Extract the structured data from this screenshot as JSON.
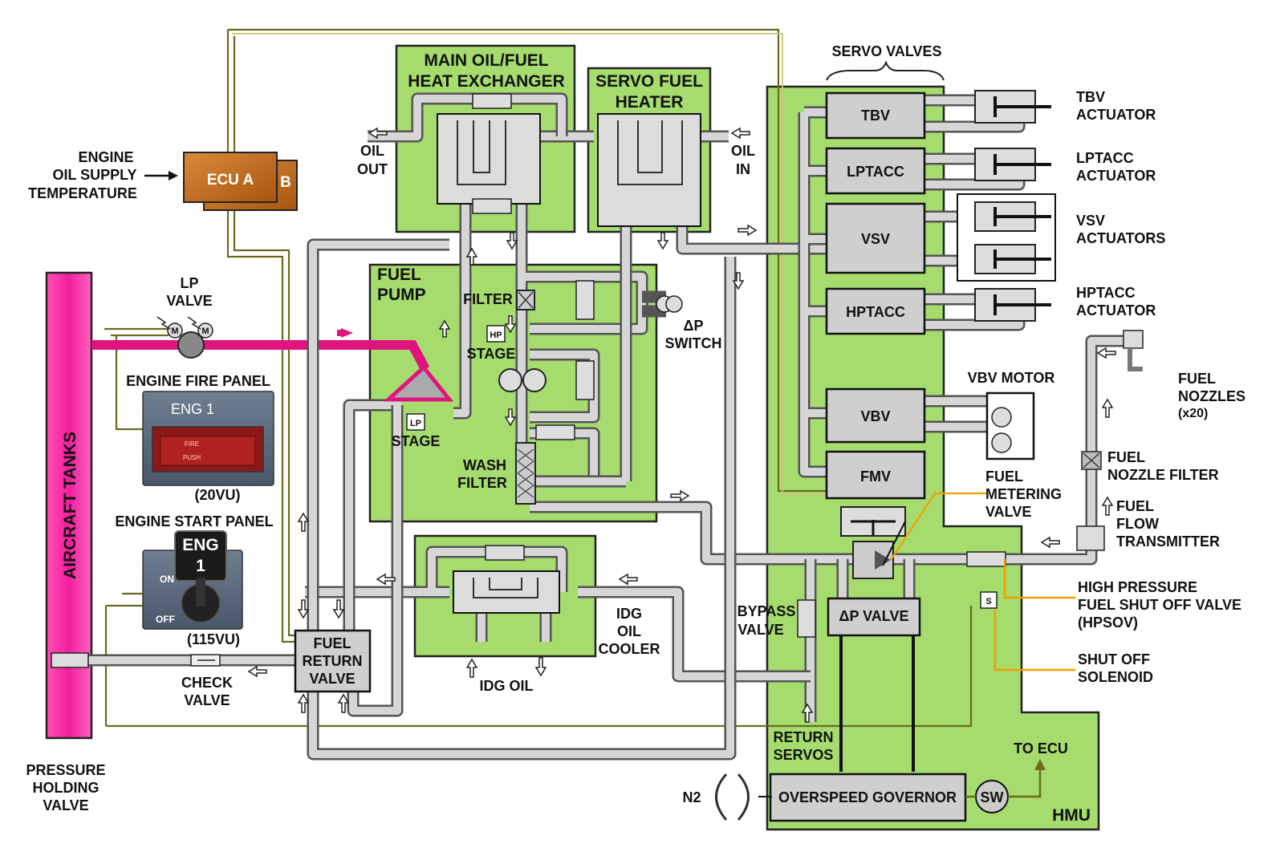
{
  "labels": {
    "main_hx": [
      "MAIN OIL/FUEL",
      "HEAT EXCHANGER"
    ],
    "servo_heater": [
      "SERVO FUEL",
      "HEATER"
    ],
    "servo_valves": "SERVO VALVES",
    "oil_out": [
      "OIL",
      "OUT"
    ],
    "oil_in": [
      "OIL",
      "IN"
    ],
    "engine_oil": [
      "ENGINE",
      "OIL SUPPLY",
      "TEMPERATURE"
    ],
    "ecu_a": "ECU A",
    "ecu_b": "B",
    "lp_valve": [
      "LP",
      "VALVE"
    ],
    "fuel_pump": [
      "FUEL",
      "PUMP"
    ],
    "filter": "FILTER",
    "hp_stage": "STAGE",
    "hp_badge": "HP",
    "lp_stage": "STAGE",
    "lp_badge": "LP",
    "dp_switch": [
      "ΔP",
      "SWITCH"
    ],
    "wash_filter": [
      "WASH",
      "FILTER"
    ],
    "engine_fire_panel": "ENGINE FIRE PANEL",
    "eng1_fire": "ENG 1",
    "fire_text": "FIRE",
    "push_text": "PUSH",
    "vu20": "(20VU)",
    "engine_start_panel": "ENGINE START PANEL",
    "eng_start": [
      "ENG",
      "1"
    ],
    "on_text": "ON",
    "off_text": "OFF",
    "vu115": "(115VU)",
    "aircraft_tanks": "AIRCRAFT TANKS",
    "pressure_holding": [
      "PRESSURE",
      "HOLDING",
      "VALVE"
    ],
    "check_valve": [
      "CHECK",
      "VALVE"
    ],
    "fuel_return": [
      "FUEL",
      "RETURN",
      "VALVE"
    ],
    "idg_oil": "IDG OIL",
    "idg_cooler": [
      "IDG",
      "OIL",
      "COOLER"
    ],
    "bypass_valve": [
      "BYPASS",
      "VALVE"
    ],
    "dp_valve": "ΔP VALVE",
    "return_servos": [
      "RETURN",
      "SERVOS"
    ],
    "n2": "N2",
    "overspeed": "OVERSPEED GOVERNOR",
    "sw": "SW",
    "to_ecu": "TO ECU",
    "hmu": "HMU",
    "tbv": "TBV",
    "lptacc": "LPTACC",
    "vsv": "VSV",
    "hptacc": "HPTACC",
    "vbv": "VBV",
    "fmv": "FMV",
    "tbv_act": [
      "TBV",
      "ACTUATOR"
    ],
    "lptacc_act": [
      "LPTACC",
      "ACTUATOR"
    ],
    "vsv_act": [
      "VSV",
      "ACTUATORS"
    ],
    "hptacc_act": [
      "HPTACC",
      "ACTUATOR"
    ],
    "vbv_motor": "VBV MOTOR",
    "fuel_nozzles": [
      "FUEL",
      "NOZZLES",
      "(x20)"
    ],
    "nozzle_filter": [
      "FUEL",
      "NOZZLE FILTER"
    ],
    "flow_tx": [
      "FUEL",
      "FLOW",
      "TRANSMITTER"
    ],
    "fuel_metering": [
      "FUEL",
      "METERING",
      "VALVE"
    ],
    "hpsov": [
      "HIGH PRESSURE",
      "FUEL SHUT OFF VALVE",
      "(HPSOV)"
    ],
    "solenoid_badge": "S",
    "shutoff_sol": [
      "SHUT OFF",
      "SOLENOID"
    ]
  },
  "colors": {
    "green_fill": "#a6dc6e",
    "fuel_pink": "#e0147f",
    "pipe_grey": "#d6d6d6",
    "wire_olive": "#6b6a1e",
    "wire_orange": "#f0a000",
    "ecu_copper": "#c76c1c"
  }
}
